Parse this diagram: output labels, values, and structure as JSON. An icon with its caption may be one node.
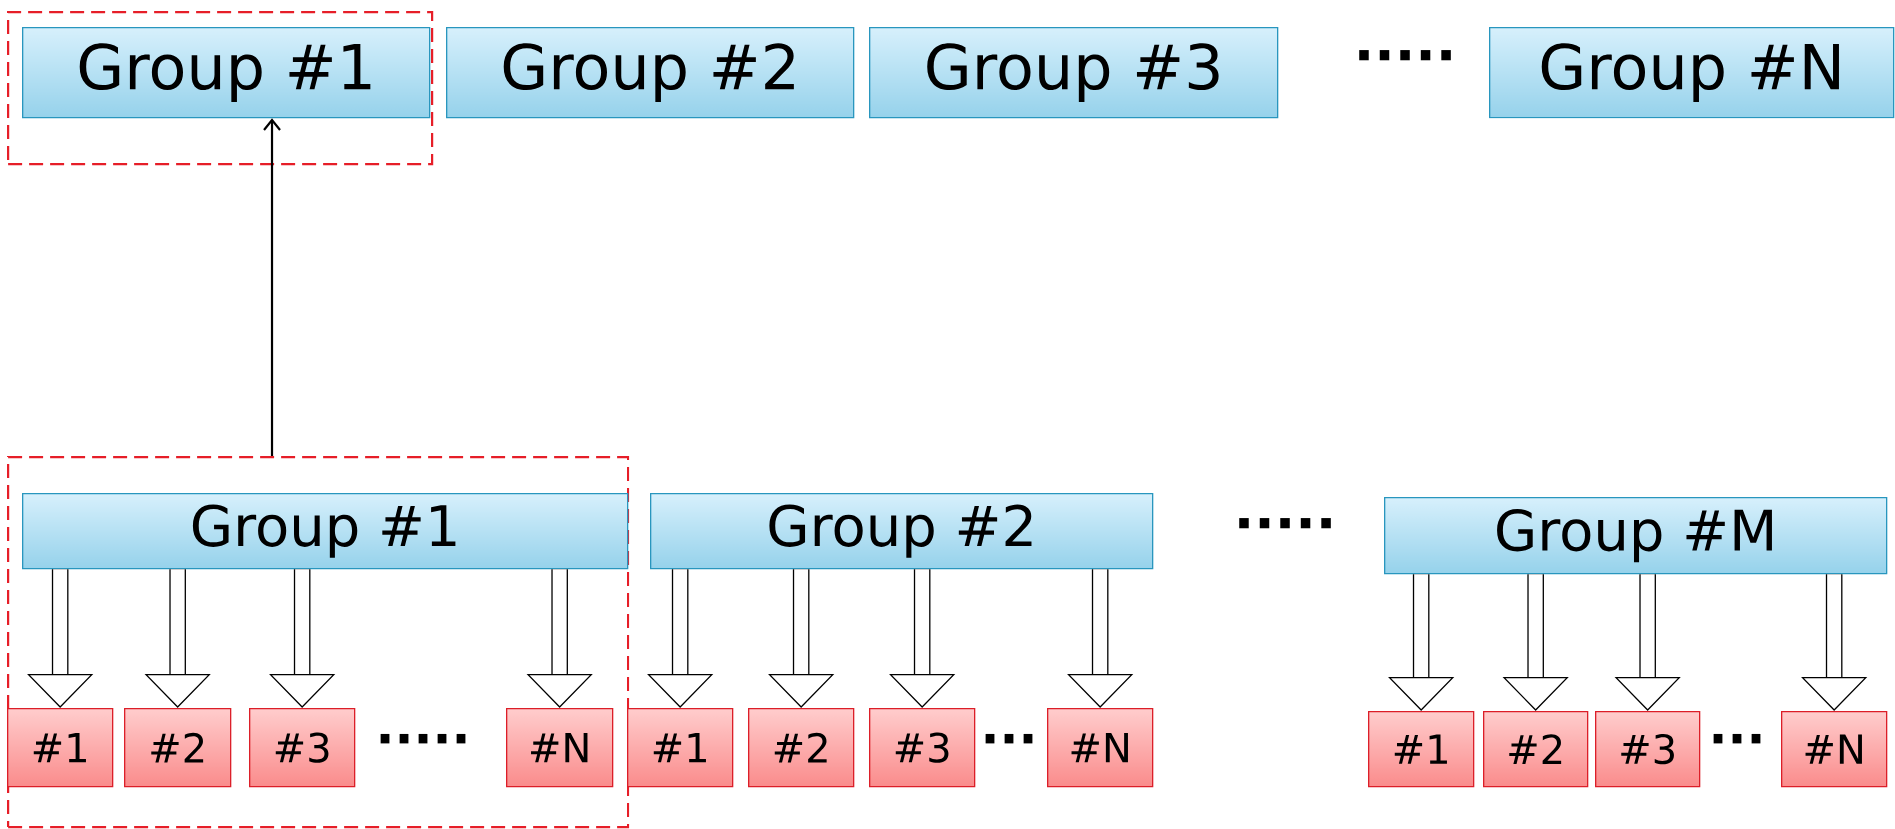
{
  "diagram": {
    "nodes": [
      {
        "text": [],
        "shape": "box"
      },
      {
        "text": [
          "Group #1"
        ],
        "in": 0
      },
      {
        "text": [
          "Group #2"
        ]
      },
      {
        "text": [
          "Group #3"
        ]
      },
      {
        "text": [
          "Group #N"
        ]
      },
      {
        "text": [],
        "shape": "box"
      },
      {
        "text": [
          "Group #1"
        ],
        "in": 5
      },
      {
        "text": [
          "Group #2"
        ]
      },
      {
        "text": [
          "Group #M"
        ]
      },
      {
        "text": [
          "#1"
        ],
        "in": 5
      },
      {
        "text": [
          "#2"
        ],
        "in": 5
      },
      {
        "text": [
          "#3"
        ],
        "in": 5
      },
      {
        "text": [
          "#N"
        ],
        "in": 5
      },
      {
        "text": [
          "#1"
        ]
      },
      {
        "text": [
          "#2"
        ]
      },
      {
        "text": [
          "#3"
        ]
      },
      {
        "text": [
          "#N"
        ]
      },
      {
        "text": [
          "#1"
        ]
      },
      {
        "text": [
          "#2"
        ]
      },
      {
        "text": [
          "#3"
        ]
      },
      {
        "text": [
          "#N"
        ]
      }
    ],
    "edges": [
      {
        "from": 5,
        "to": 1,
        "arrow": "to"
      },
      {
        "from": 6,
        "to": 9,
        "arrow": "to"
      },
      {
        "from": 6,
        "to": 10,
        "arrow": "to"
      },
      {
        "from": 6,
        "to": 11,
        "arrow": "to"
      },
      {
        "from": 6,
        "to": 12,
        "arrow": "to"
      },
      {
        "from": 7,
        "to": 13,
        "arrow": "to"
      },
      {
        "from": 7,
        "to": 14,
        "arrow": "to"
      },
      {
        "from": 7,
        "to": 15,
        "arrow": "to"
      },
      {
        "from": 7,
        "to": 16,
        "arrow": "to"
      },
      {
        "from": 8,
        "to": 17,
        "arrow": "to"
      },
      {
        "from": 8,
        "to": 18,
        "arrow": "to"
      },
      {
        "from": 8,
        "to": 19,
        "arrow": "to"
      },
      {
        "from": 8,
        "to": 20,
        "arrow": "to"
      }
    ],
    "labels": [
      "·····",
      "·····",
      "·····",
      "···",
      "···"
    ]
  }
}
